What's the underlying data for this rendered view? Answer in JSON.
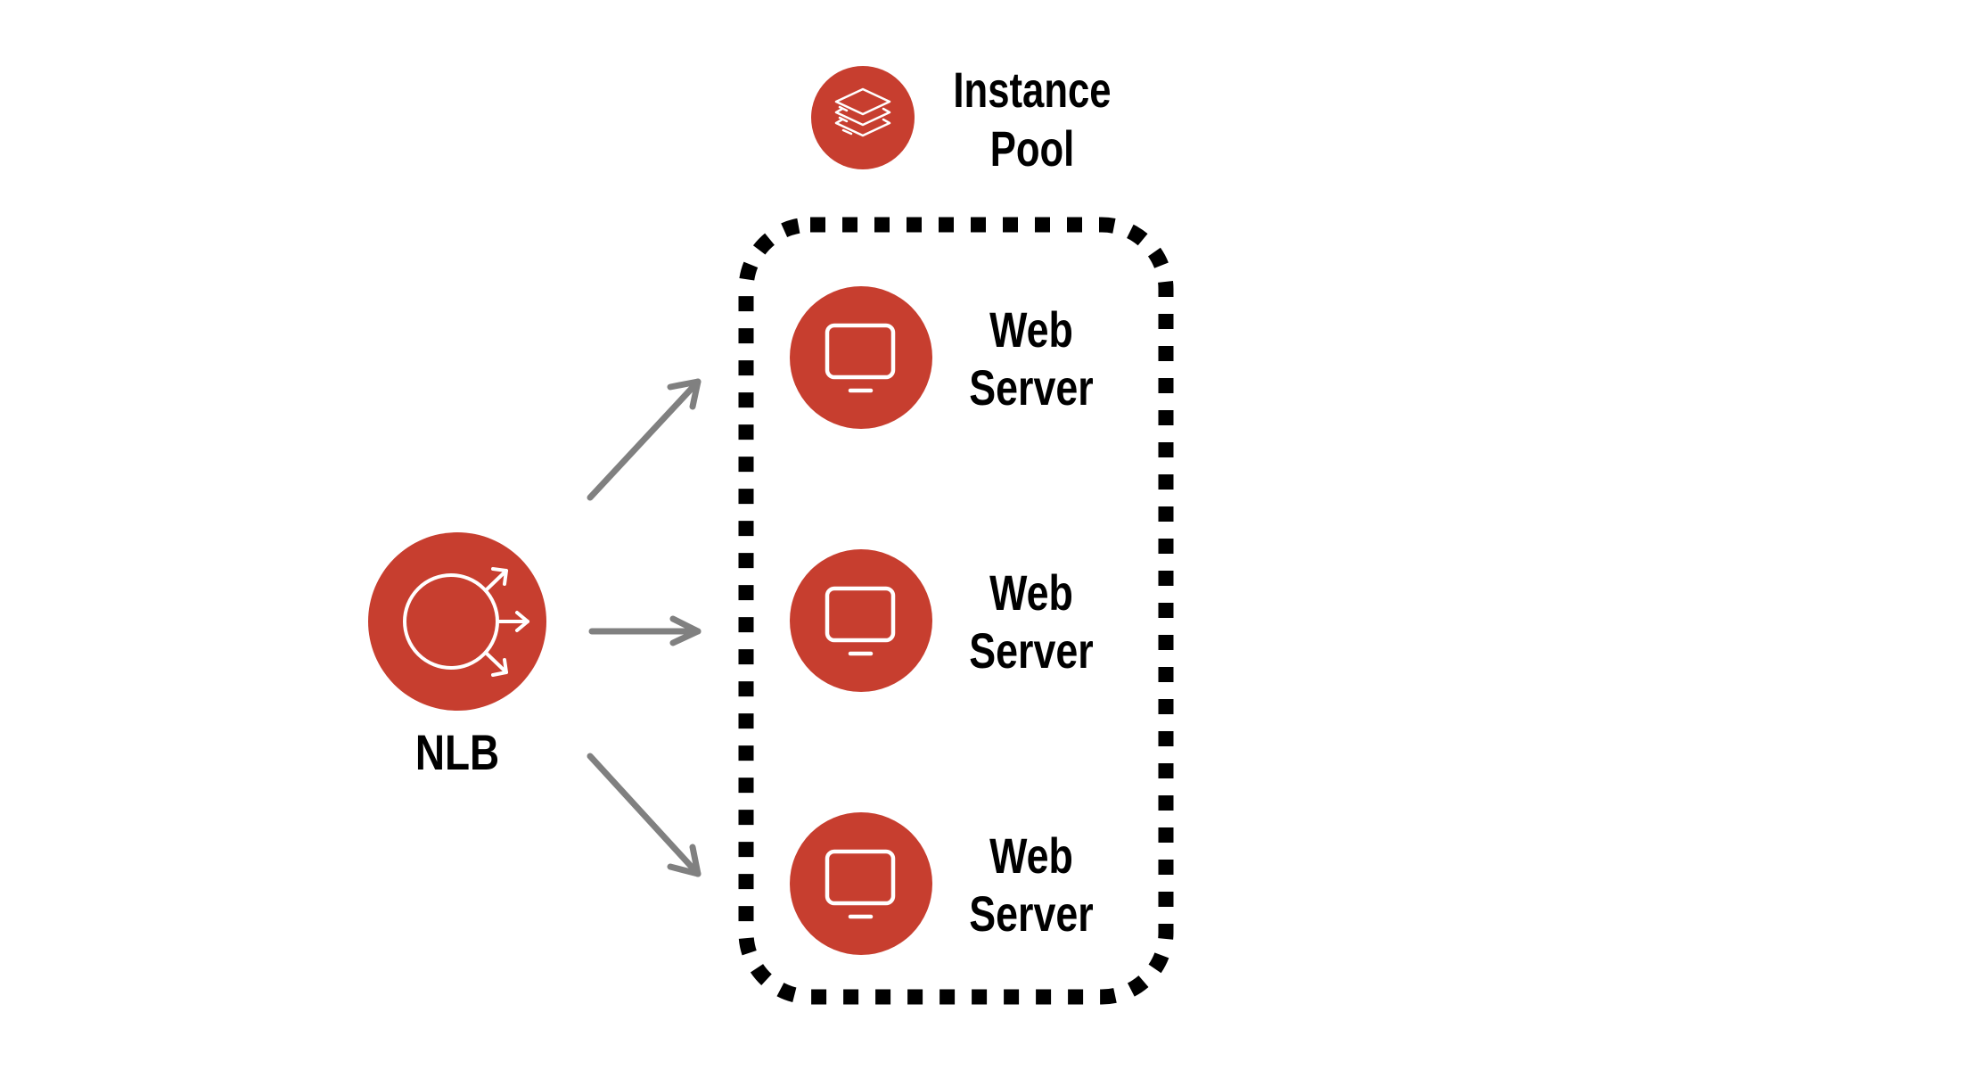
{
  "diagram": {
    "title_node": {
      "line1": "Instance",
      "line2": "Pool",
      "icon": "layers-icon"
    },
    "load_balancer": {
      "label": "NLB",
      "icon": "load-balancer-icon"
    },
    "servers": [
      {
        "line1": "Web",
        "line2": "Server",
        "icon": "monitor-icon"
      },
      {
        "line1": "Web",
        "line2": "Server",
        "icon": "monitor-icon"
      },
      {
        "line1": "Web",
        "line2": "Server",
        "icon": "monitor-icon"
      }
    ],
    "colors": {
      "node_fill": "#C73E2F",
      "arrow": "#808080",
      "group_border": "#000000"
    }
  }
}
